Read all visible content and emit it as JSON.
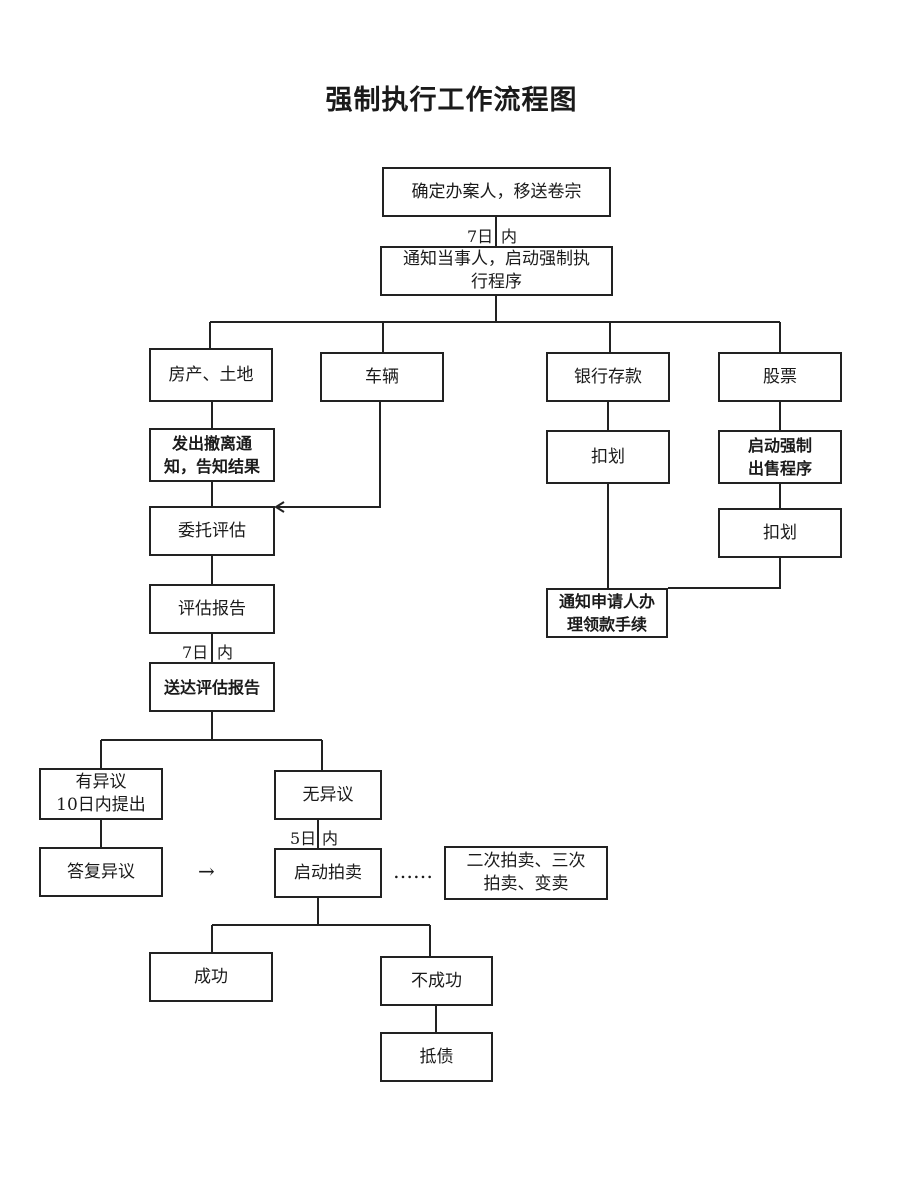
{
  "title": "强制执行工作流程图",
  "nodes": {
    "confirm": "确定办案人，移送卷宗",
    "notify": "通知当事人，启动强制执\n行程序",
    "house": "房产、土地",
    "vehicle": "车辆",
    "bank": "银行存款",
    "stock": "股票",
    "evict": "发出撤离通\n知，告知结果",
    "deduct_bank": "扣划",
    "forced_sale": "启动强制\n出售程序",
    "entrust": "委托评估",
    "deduct_stock": "扣划",
    "notify_applicant": "通知申请人办\n理领款手续",
    "report": "评估报告",
    "deliver": "送达评估报告",
    "objection": "有异议\n10日内提出",
    "no_objection": "无异议",
    "reply": "答复异议",
    "auction": "启动拍卖",
    "reauction": "二次拍卖、三次\n拍卖、变卖",
    "success": "成功",
    "fail": "不成功",
    "offset": "抵债"
  },
  "labels": {
    "days7_a": "7日",
    "in_a": "内",
    "days7_b": "7日",
    "in_b": "内",
    "days5": "5日",
    "in_c": "内"
  },
  "glyphs": {
    "arrow": "→",
    "dots": "……"
  }
}
